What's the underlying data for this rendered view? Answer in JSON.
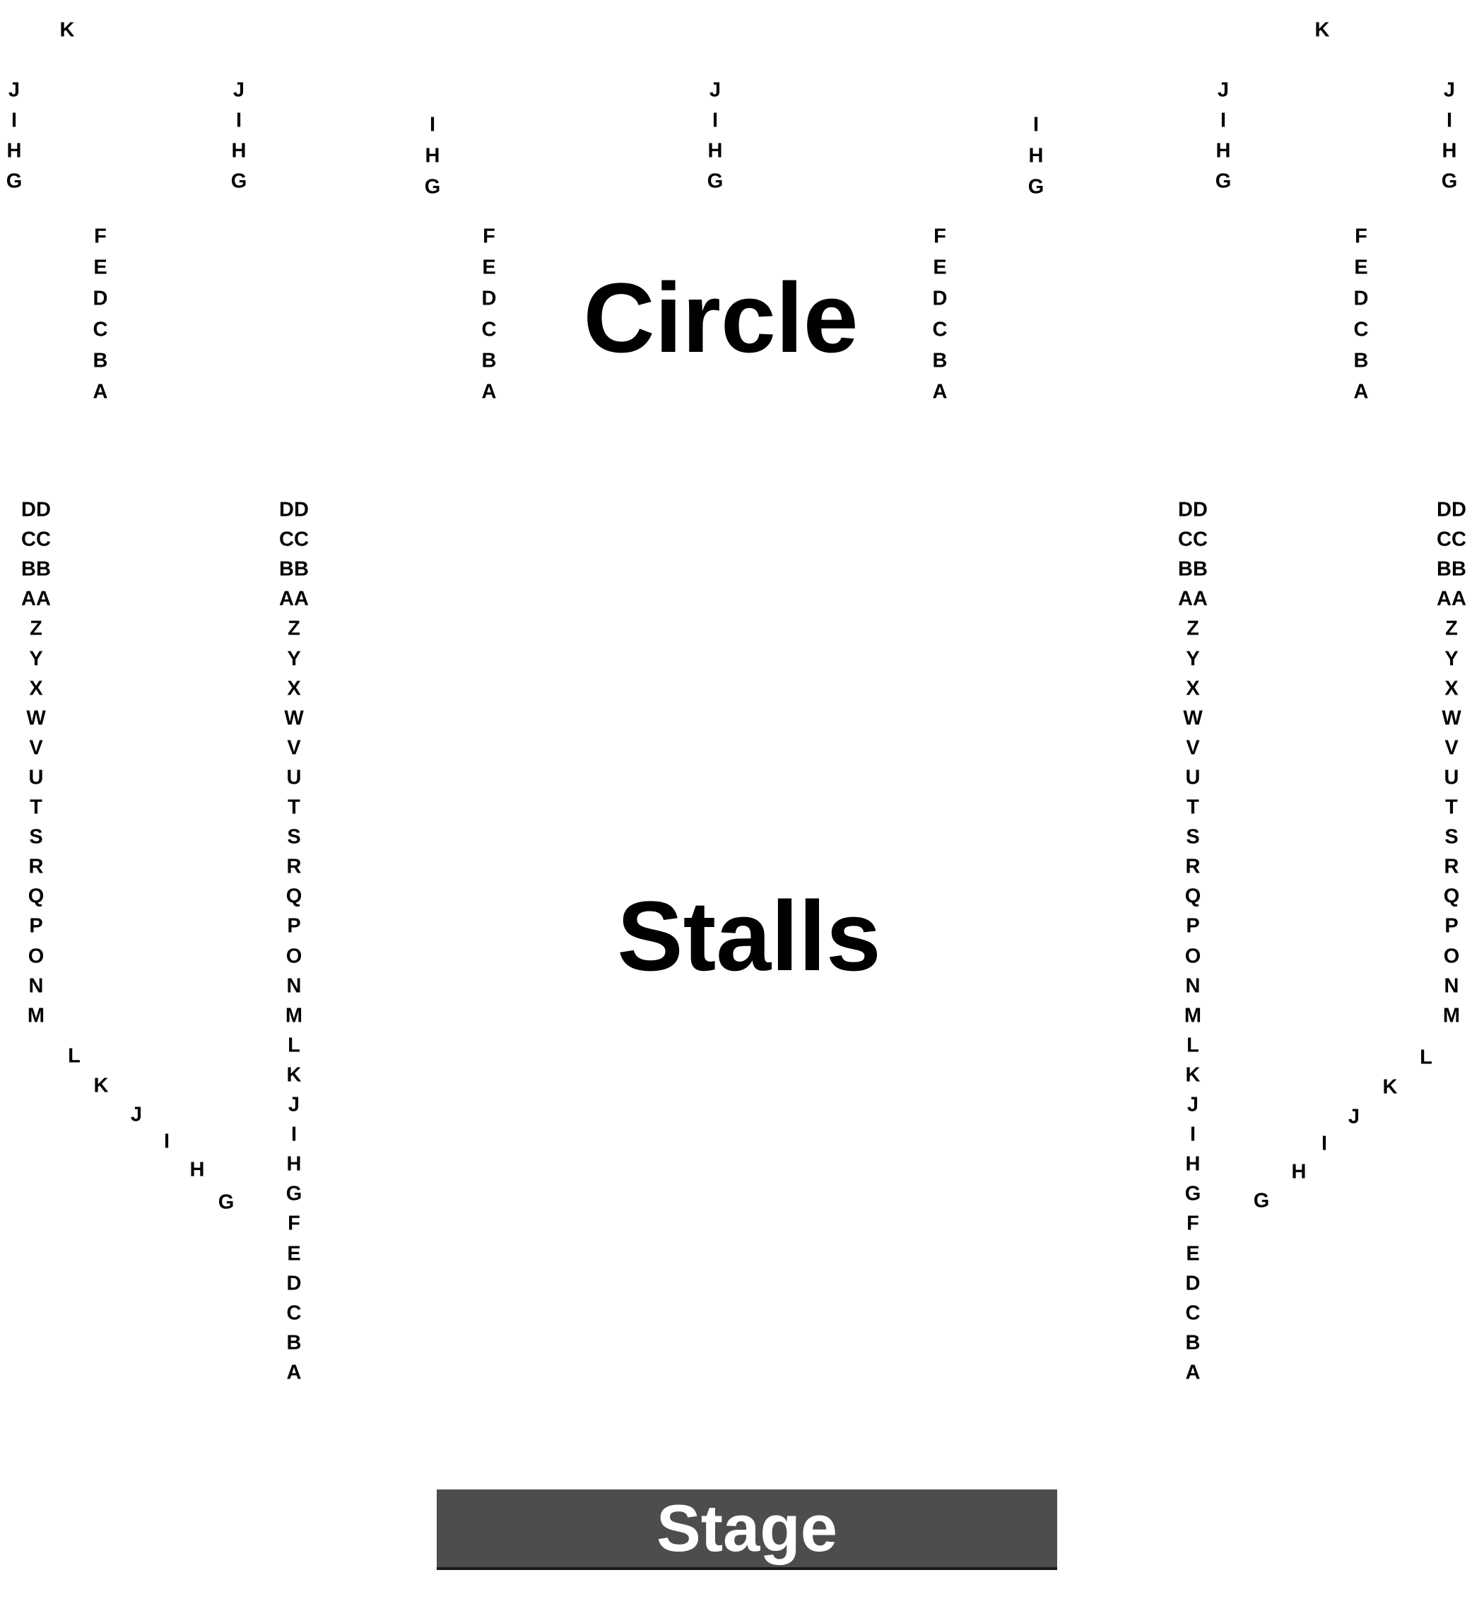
{
  "sections": {
    "circle": "Circle",
    "stalls": "Stalls",
    "stage": "Stage"
  },
  "colors": {
    "background": "#ffffff",
    "text": "#000000",
    "stage_fill": "#4d4d4d",
    "stage_text": "#ffffff"
  },
  "circle_columns": [
    {
      "id": "circle-far-left-top",
      "rows": [
        "K"
      ]
    },
    {
      "id": "circle-far-left",
      "rows": [
        "J",
        "I",
        "H",
        "G"
      ]
    },
    {
      "id": "circle-left-outer",
      "rows": [
        "J",
        "I",
        "H",
        "G"
      ]
    },
    {
      "id": "circle-left-inner",
      "rows": [
        "I",
        "H",
        "G"
      ]
    },
    {
      "id": "circle-center",
      "rows": [
        "J",
        "I",
        "H",
        "G"
      ]
    },
    {
      "id": "circle-right-inner",
      "rows": [
        "I",
        "H",
        "G"
      ]
    },
    {
      "id": "circle-right-outer",
      "rows": [
        "J",
        "I",
        "H",
        "G"
      ]
    },
    {
      "id": "circle-far-right",
      "rows": [
        "J",
        "I",
        "H",
        "G"
      ]
    },
    {
      "id": "circle-far-right-top",
      "rows": [
        "K"
      ]
    },
    {
      "id": "circle-front-1",
      "rows": [
        "F",
        "E",
        "D",
        "C",
        "B",
        "A"
      ]
    },
    {
      "id": "circle-front-2",
      "rows": [
        "F",
        "E",
        "D",
        "C",
        "B",
        "A"
      ]
    },
    {
      "id": "circle-front-3",
      "rows": [
        "F",
        "E",
        "D",
        "C",
        "B",
        "A"
      ]
    },
    {
      "id": "circle-front-4",
      "rows": [
        "F",
        "E",
        "D",
        "C",
        "B",
        "A"
      ]
    }
  ],
  "stalls_columns": [
    {
      "id": "stalls-left-outer",
      "rows": [
        "DD",
        "CC",
        "BB",
        "AA",
        "Z",
        "Y",
        "X",
        "W",
        "V",
        "U",
        "T",
        "S",
        "R",
        "Q",
        "P",
        "O",
        "N",
        "M"
      ]
    },
    {
      "id": "stalls-left-diagonal",
      "rows": [
        "L",
        "K",
        "J",
        "I",
        "H",
        "G"
      ]
    },
    {
      "id": "stalls-left-inner",
      "rows": [
        "DD",
        "CC",
        "BB",
        "AA",
        "Z",
        "Y",
        "X",
        "W",
        "V",
        "U",
        "T",
        "S",
        "R",
        "Q",
        "P",
        "O",
        "N",
        "M",
        "L",
        "K",
        "J",
        "I",
        "H",
        "G",
        "F",
        "E",
        "D",
        "C",
        "B",
        "A"
      ]
    },
    {
      "id": "stalls-right-inner",
      "rows": [
        "DD",
        "CC",
        "BB",
        "AA",
        "Z",
        "Y",
        "X",
        "W",
        "V",
        "U",
        "T",
        "S",
        "R",
        "Q",
        "P",
        "O",
        "N",
        "M",
        "L",
        "K",
        "J",
        "I",
        "H",
        "G",
        "F",
        "E",
        "D",
        "C",
        "B",
        "A"
      ]
    },
    {
      "id": "stalls-right-diagonal",
      "rows": [
        "L",
        "K",
        "J",
        "I",
        "H",
        "G"
      ]
    },
    {
      "id": "stalls-right-outer",
      "rows": [
        "DD",
        "CC",
        "BB",
        "AA",
        "Z",
        "Y",
        "X",
        "W",
        "V",
        "U",
        "T",
        "S",
        "R",
        "Q",
        "P",
        "O",
        "N",
        "M"
      ]
    }
  ]
}
